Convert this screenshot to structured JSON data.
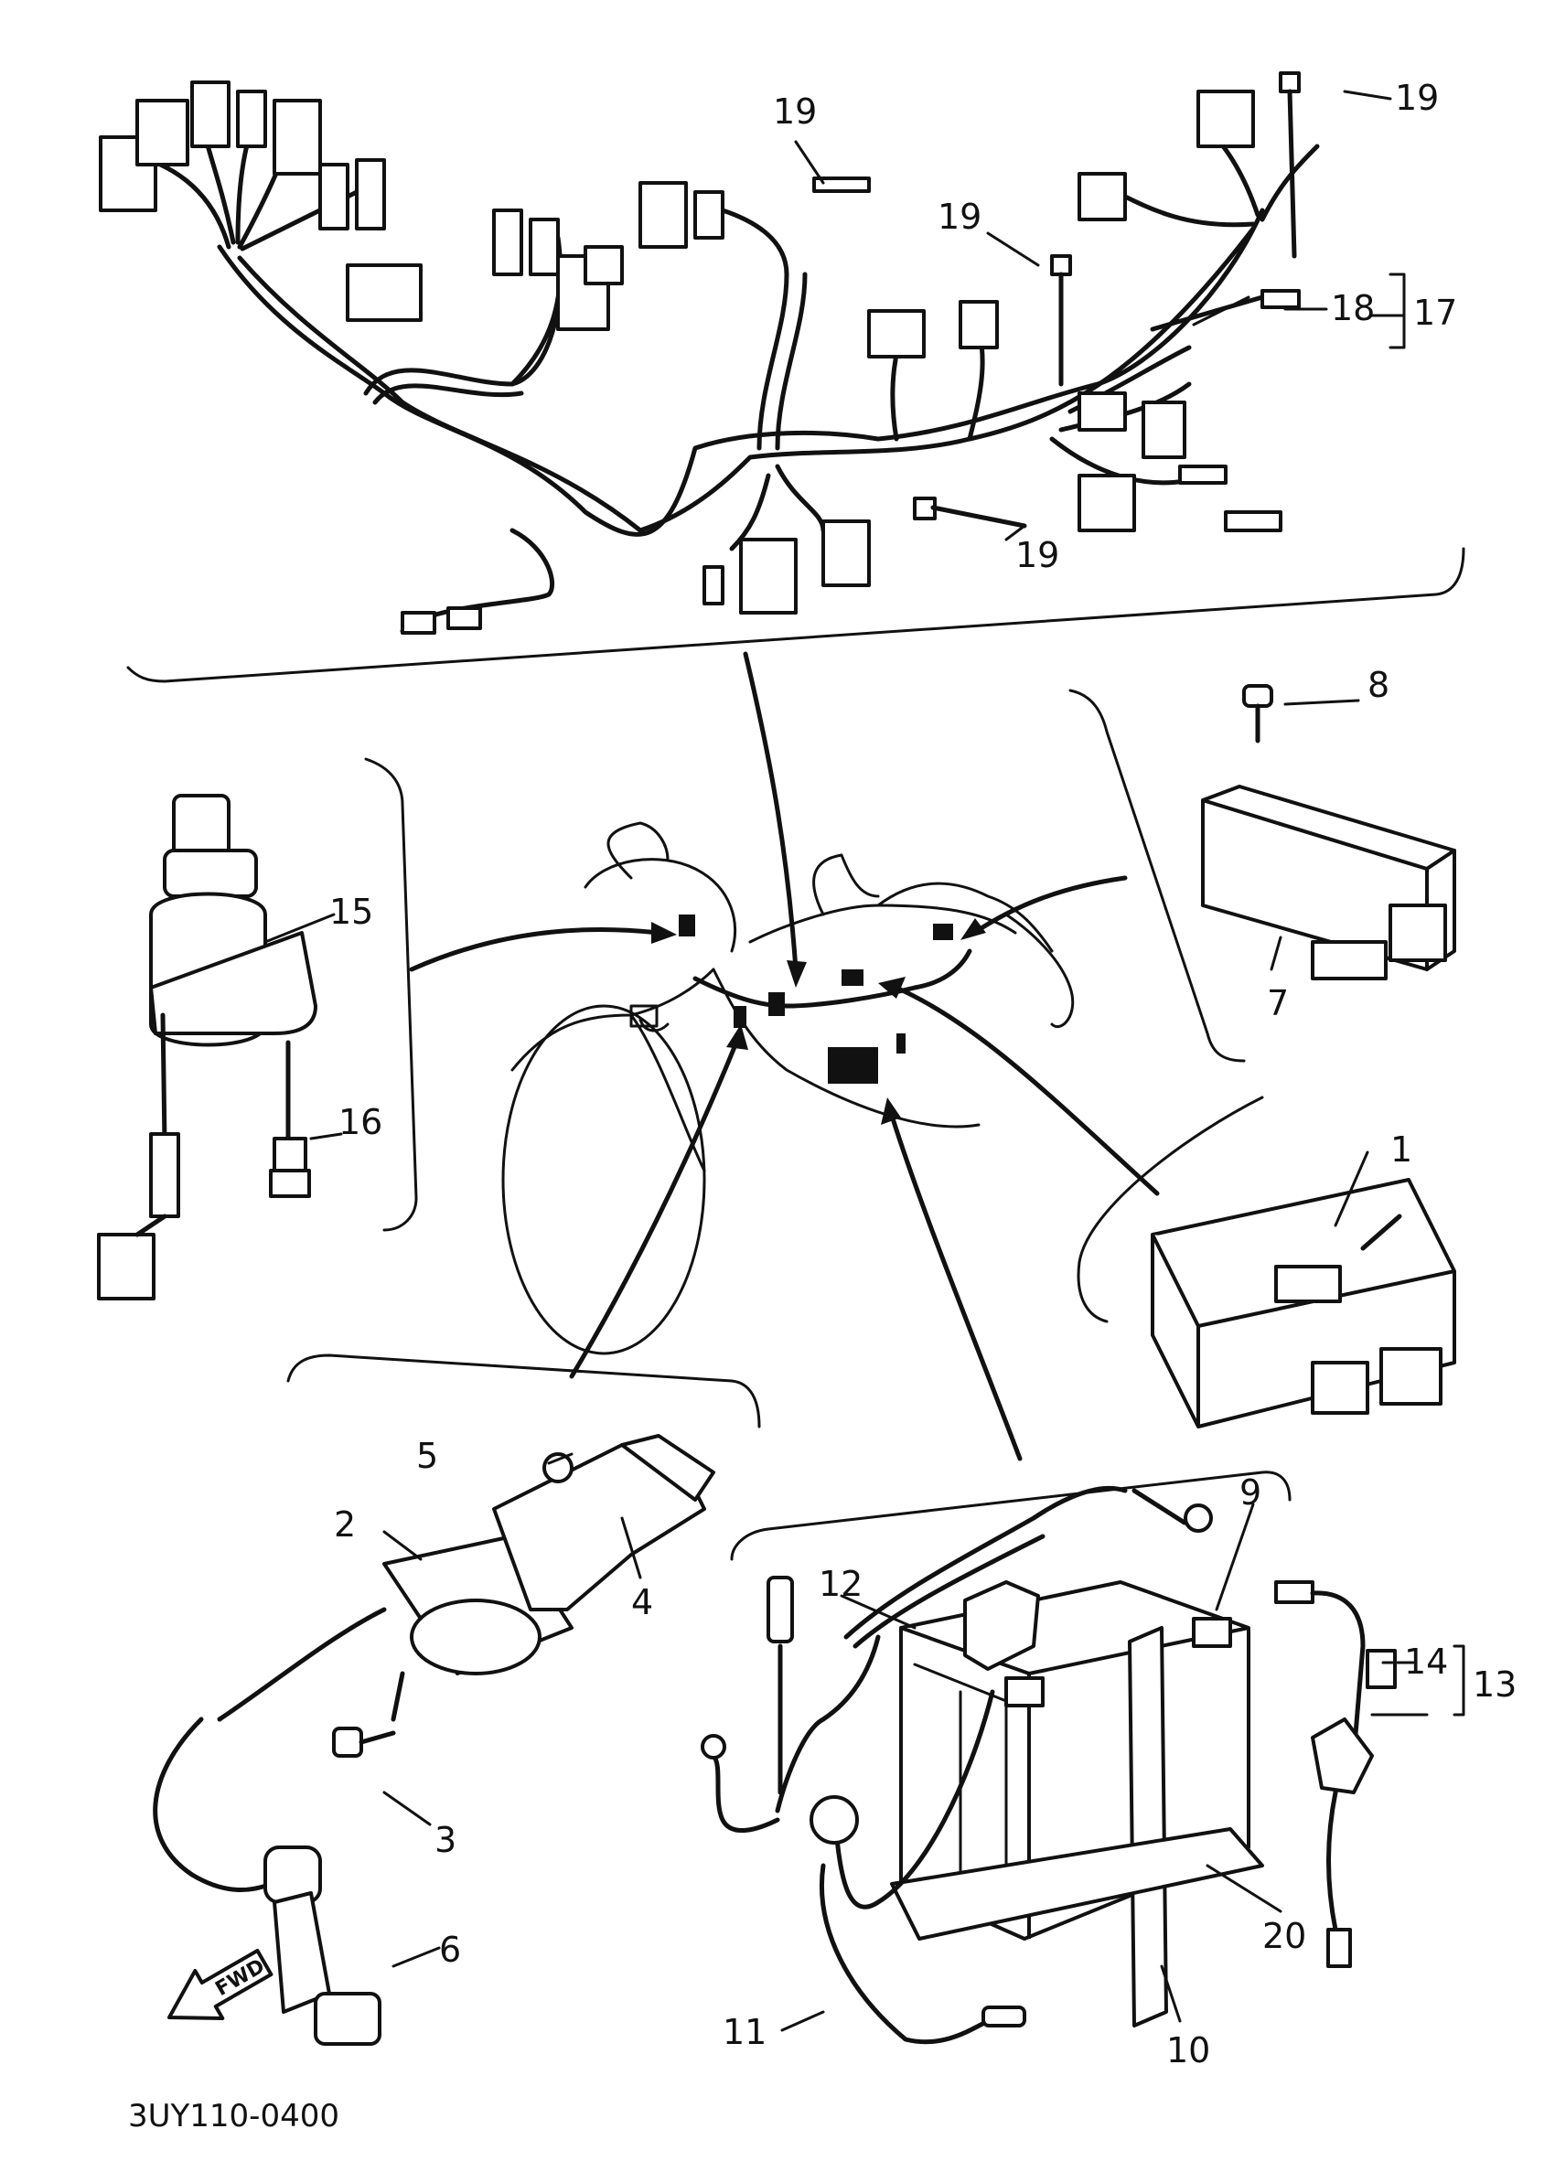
{
  "drawing_code": "3UY110-0400",
  "fwd_label": "FWD",
  "callouts": [
    "1",
    "2",
    "3",
    "4",
    "5",
    "6",
    "7",
    "8",
    "9",
    "10",
    "11",
    "12",
    "13",
    "14",
    "15",
    "16",
    "17",
    "18",
    "19",
    "20"
  ]
}
